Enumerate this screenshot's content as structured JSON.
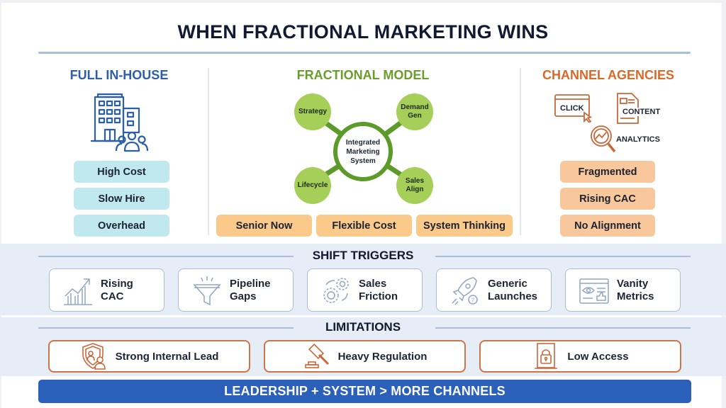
{
  "title": "WHEN FRACTIONAL MARKETING WINS",
  "colors": {
    "navy": "#101a30",
    "in_house": "#2d5ea8",
    "fractional": "#6a9d2c",
    "agencies": "#d8692a",
    "footer_bg": "#2a5fba"
  },
  "columns": {
    "in_house": {
      "title": "FULL IN-HOUSE",
      "icon": "office-building-team-icon",
      "items": [
        "High Cost",
        "Slow Hire",
        "Overhead"
      ]
    },
    "fractional": {
      "title": "FRACTIONAL MODEL",
      "hub": "Integrated Marketing System",
      "nodes": [
        "Strategy",
        "Demand Gen",
        "Lifecycle",
        "Sales Align"
      ],
      "items": [
        "Senior Now",
        "Flexible Cost",
        "System Thinking"
      ]
    },
    "agencies": {
      "title": "CHANNEL AGENCIES",
      "icons": [
        {
          "name": "click-window-icon",
          "label": "CLICK"
        },
        {
          "name": "content-document-icon",
          "label": "CONTENT"
        },
        {
          "name": "analytics-magnifier-icon",
          "label": "ANALYTICS"
        }
      ],
      "items": [
        "Fragmented",
        "Rising CAC",
        "No Alignment"
      ]
    }
  },
  "shift_triggers": {
    "title": "SHIFT TRIGGERS",
    "items": [
      {
        "icon": "rising-chart-icon",
        "line1": "Rising",
        "line2": "CAC"
      },
      {
        "icon": "funnel-icon",
        "line1": "Pipeline",
        "line2": "Gaps"
      },
      {
        "icon": "gears-icon",
        "line1": "Sales",
        "line2": "Friction"
      },
      {
        "icon": "rocket-question-icon",
        "line1": "Generic",
        "line2": "Launches"
      },
      {
        "icon": "eye-thumbs-up-window-icon",
        "line1": "Vanity",
        "line2": "Metrics"
      }
    ]
  },
  "limitations": {
    "title": "LIMITATIONS",
    "items": [
      {
        "icon": "shield-people-icon",
        "label": "Strong Internal Lead"
      },
      {
        "icon": "gavel-icon",
        "label": "Heavy Regulation"
      },
      {
        "icon": "locked-door-icon",
        "label": "Low Access"
      }
    ]
  },
  "footer": "LEADERSHIP + SYSTEM > MORE CHANNELS"
}
